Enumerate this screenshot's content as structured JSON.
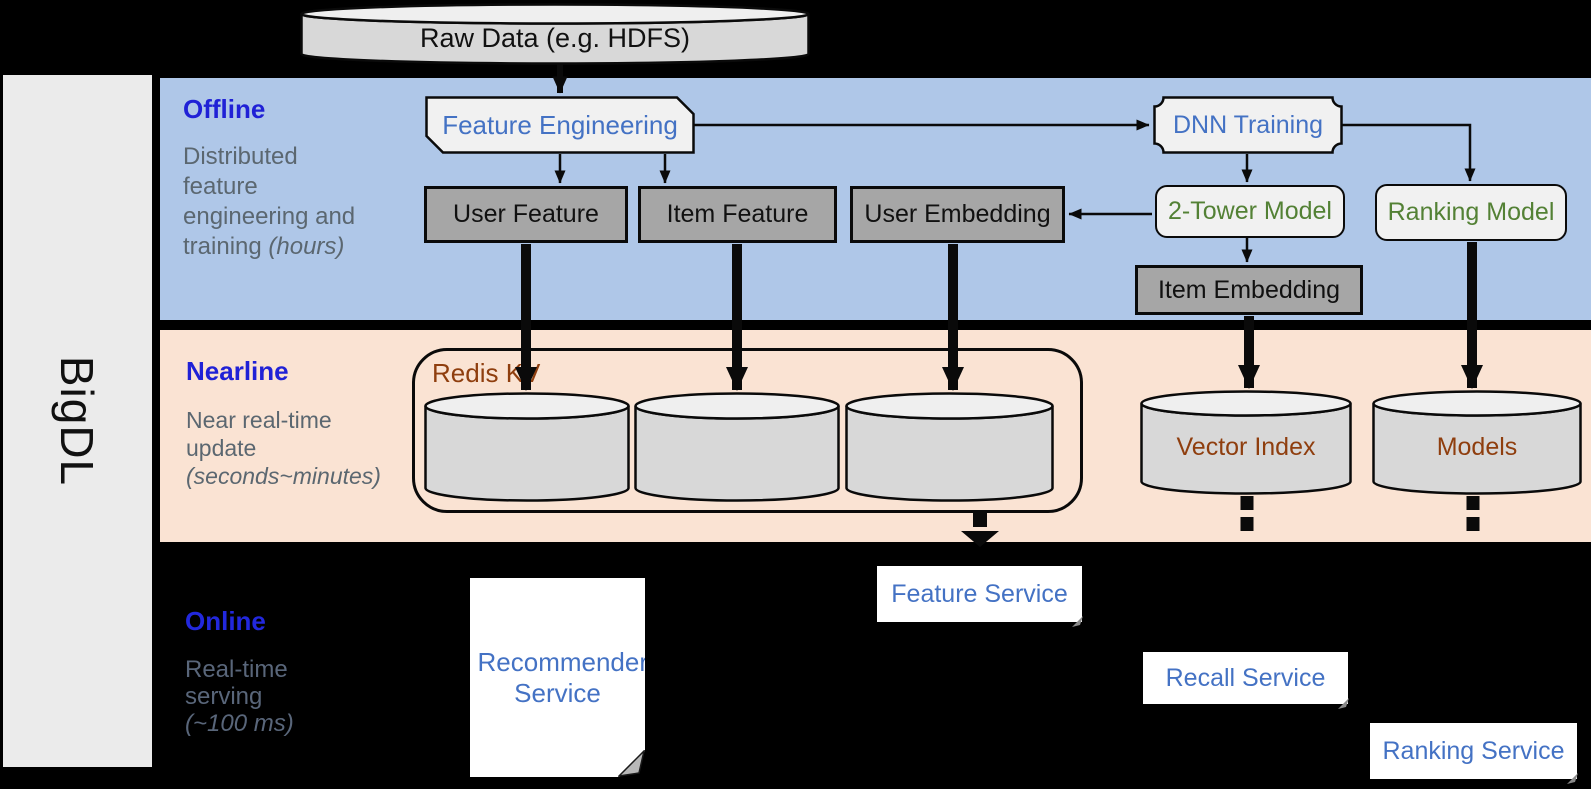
{
  "colors": {
    "offline_band": "#AFC7E8",
    "nearline_band": "#FAE3D3",
    "background": "#000000",
    "sidebar_bg": "#EBEBEB",
    "heading_blue": "#2021D6",
    "desc_gray": "#5B6770",
    "node_label_blue": "#4472C4",
    "node_label_green": "#538135",
    "node_label_brown": "#8F3E0E",
    "dark_box_fill": "#A6A6A6",
    "light_shape_fill": "#F1F1F1",
    "cylinder_body": "#D8D8D8",
    "cylinder_top": "#EFEFEF"
  },
  "sidebar": {
    "brand": "BigDL"
  },
  "sections": {
    "offline": {
      "title": "Offline",
      "desc1": "Distributed",
      "desc2": "feature",
      "desc3": "engineering and",
      "desc4": "training ",
      "desc4_italic": "(hours)"
    },
    "nearline": {
      "title": "Nearline",
      "desc1": "Near real-time",
      "desc2": "update",
      "desc3_italic": "(seconds~minutes)"
    },
    "online": {
      "title": "Online",
      "desc1": "Real-time",
      "desc2": "serving",
      "desc3_italic": "(~100 ms)"
    }
  },
  "nodes": {
    "raw_data": {
      "label": "Raw Data (e.g. HDFS)"
    },
    "feature_engineering": {
      "label": "Feature Engineering"
    },
    "dnn_training": {
      "label": "DNN Training"
    },
    "user_feature": {
      "label": "User Feature"
    },
    "item_feature": {
      "label": "Item Feature"
    },
    "user_embedding": {
      "label": "User Embedding"
    },
    "two_tower_model": {
      "label": "2-Tower Model"
    },
    "ranking_model": {
      "label": "Ranking Model"
    },
    "item_embedding": {
      "label": "Item Embedding"
    },
    "redis_kv": {
      "label": "Redis KV"
    },
    "vector_index": {
      "label": "Vector Index"
    },
    "models": {
      "label": "Models"
    },
    "recommender_service": {
      "label": "Recommender Service"
    },
    "feature_service": {
      "label": "Feature Service"
    },
    "recall_service": {
      "label": "Recall Service"
    },
    "ranking_service": {
      "label": "Ranking Service"
    }
  }
}
